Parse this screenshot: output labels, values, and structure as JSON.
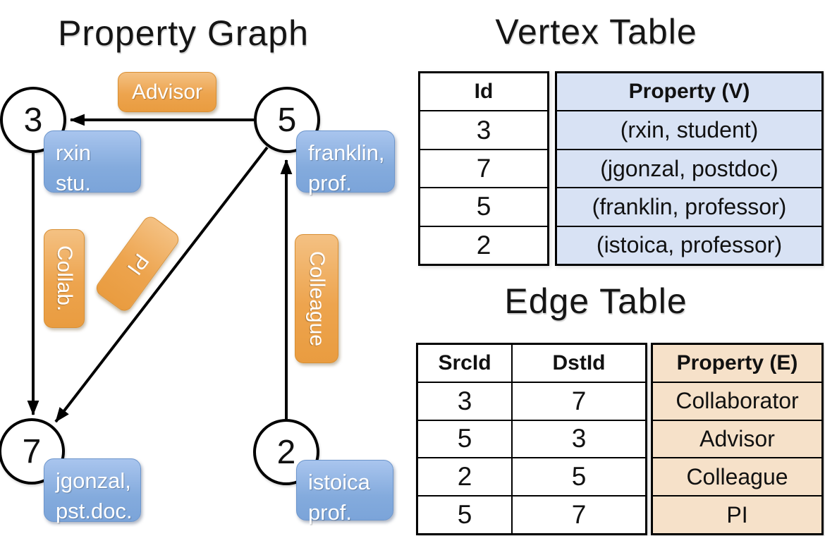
{
  "graph": {
    "title": "Property Graph",
    "nodes": [
      {
        "id": "3",
        "prop_line1": "rxin",
        "prop_line2": "stu."
      },
      {
        "id": "5",
        "prop_line1": "franklin,",
        "prop_line2": "prof."
      },
      {
        "id": "7",
        "prop_line1": "jgonzal,",
        "prop_line2": "pst.doc."
      },
      {
        "id": "2",
        "prop_line1": "istoica",
        "prop_line2": "prof."
      }
    ],
    "edge_labels": [
      {
        "label": "Advisor"
      },
      {
        "label": "Collab."
      },
      {
        "label": "PI"
      },
      {
        "label": "Colleague"
      }
    ]
  },
  "vertex_table": {
    "title": "Vertex Table",
    "headers": {
      "id": "Id",
      "property": "Property (V)"
    },
    "rows": [
      {
        "id": "3",
        "property": "(rxin, student)"
      },
      {
        "id": "7",
        "property": "(jgonzal, postdoc)"
      },
      {
        "id": "5",
        "property": "(franklin, professor)"
      },
      {
        "id": "2",
        "property": "(istoica, professor)"
      }
    ]
  },
  "edge_table": {
    "title": "Edge Table",
    "headers": {
      "src": "SrcId",
      "dst": "DstId",
      "property": "Property (E)"
    },
    "rows": [
      {
        "src": "3",
        "dst": "7",
        "property": "Collaborator"
      },
      {
        "src": "5",
        "dst": "3",
        "property": "Advisor"
      },
      {
        "src": "2",
        "dst": "5",
        "property": "Colleague"
      },
      {
        "src": "5",
        "dst": "7",
        "property": "PI"
      }
    ]
  },
  "colors": {
    "edge_label_orange": "#EDA44E",
    "vertex_prop_blue": "#7BA4D9",
    "vertex_table_fill": "#D8E2F4",
    "edge_table_fill": "#F6E1C9"
  }
}
